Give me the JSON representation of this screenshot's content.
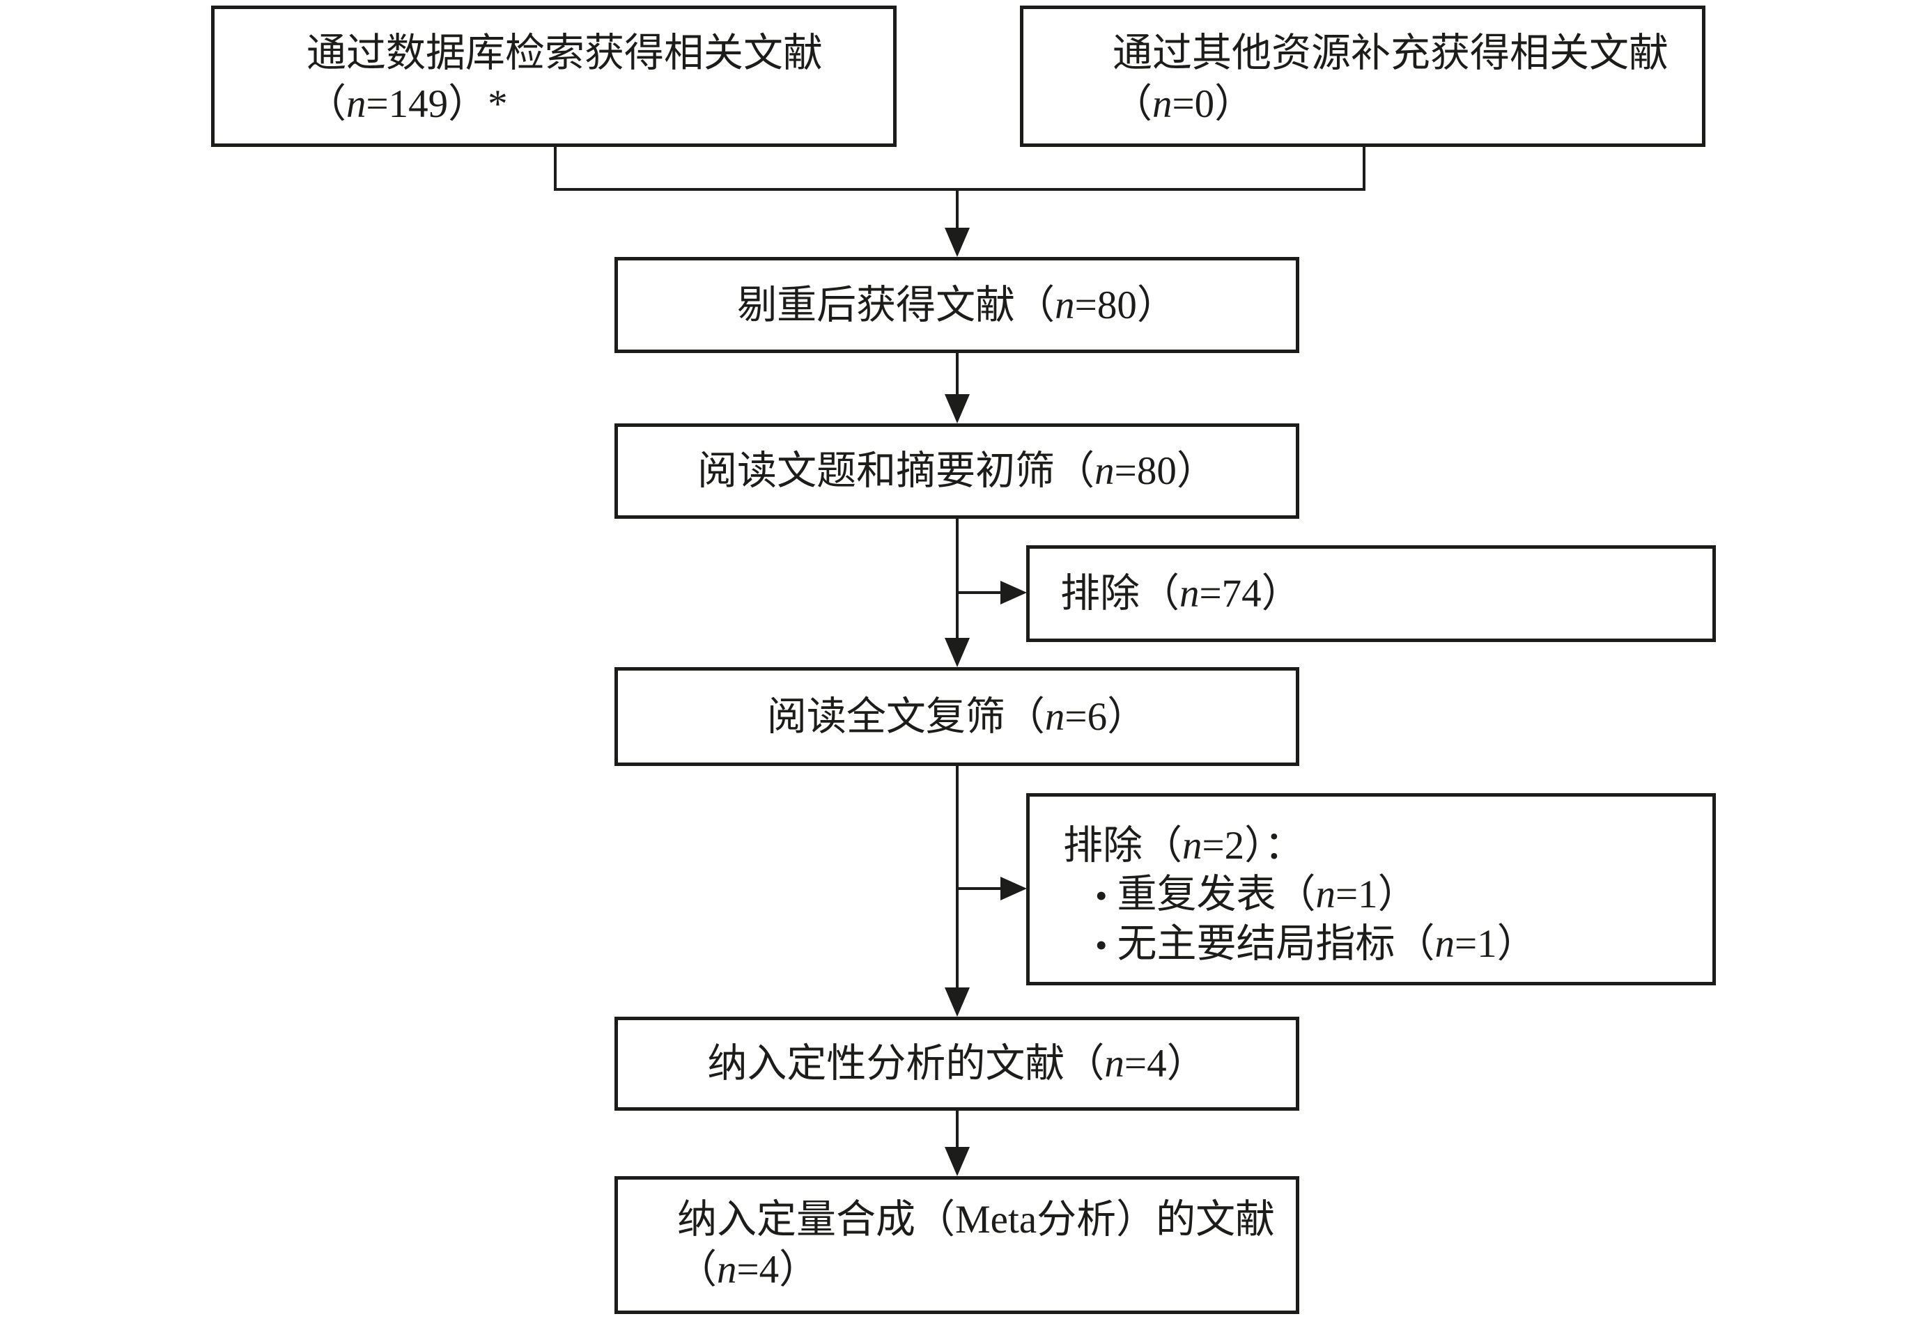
{
  "diagram": {
    "boxes": {
      "db_search": {
        "line1": "通过数据库检索获得相关文献",
        "line2": "（n=149）*"
      },
      "other_sources": {
        "line1": "通过其他资源补充获得相关文献",
        "line2": "（n=0）"
      },
      "dedup": {
        "label": "剔重后获得文献（n=80）"
      },
      "title_abstract_screen": {
        "label": "阅读文题和摘要初筛（n=80）"
      },
      "excluded_initial": {
        "label": "排除（n=74）"
      },
      "fulltext_screen": {
        "label": "阅读全文复筛（n=6）"
      },
      "excluded_fulltext": {
        "heading": "排除（n=2）：",
        "items": [
          "重复发表（n=1）",
          "无主要结局指标（n=1）"
        ]
      },
      "qualitative": {
        "label": "纳入定性分析的文献（n=4）"
      },
      "quantitative": {
        "line1": "纳入定量合成（Meta分析）的文献",
        "line2": "（n=4）"
      }
    },
    "icons": {
      "bullet": "•"
    },
    "colors": {
      "line": "#1c1c1a",
      "background": "#ffffff"
    }
  }
}
